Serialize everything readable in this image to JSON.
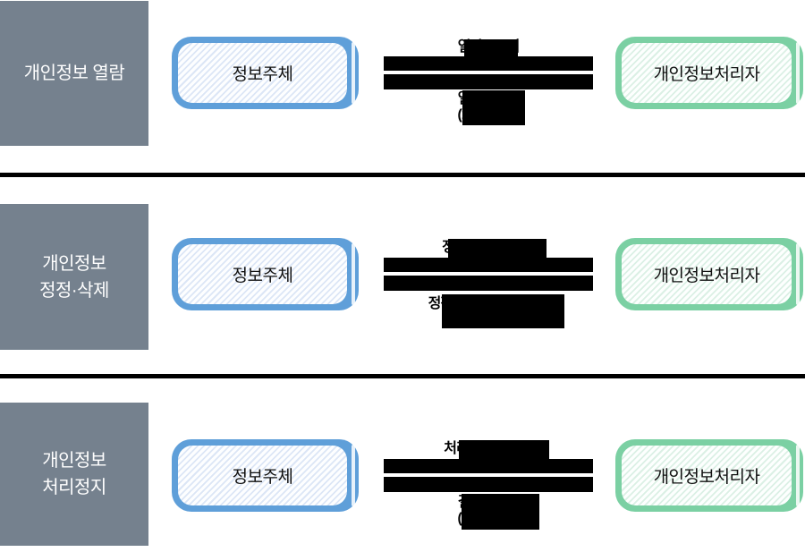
{
  "entities": {
    "subject": "정보주체",
    "processor": "개인정보처리자"
  },
  "sections": [
    {
      "label_line1": "개인정보 열람",
      "request_label": "열람요구서",
      "response_label": "열람통지서",
      "response_deadline": "(10일 이내)"
    },
    {
      "label_line1": "개인정보",
      "label_line2": "정정·삭제",
      "request_label": "정정·삭제 요구서",
      "response_label": "정정·삭제 결과 통지서"
    },
    {
      "label_line1": "개인정보",
      "label_line2": "처리정지",
      "request_label": "처리정지 요구서",
      "response_label": "결과통지서",
      "response_deadline": "(10일 이내)"
    }
  ],
  "colors": {
    "section_label_bg": "#75818E",
    "subject_accent": "#5F9FD9",
    "processor_accent": "#7BD0A3",
    "divider": "#000000",
    "arrow": "#000000"
  }
}
